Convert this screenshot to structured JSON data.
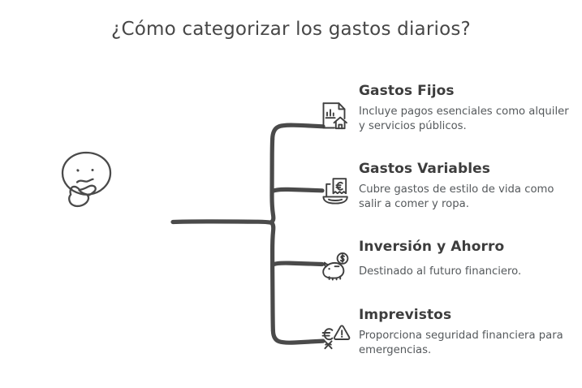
{
  "page": {
    "title": "¿Cómo categorizar los gastos diarios?",
    "background_color": "#ffffff",
    "title_color": "#474747",
    "heading_color": "#3d3d3d",
    "body_color": "#55595c",
    "line_color": "#4a4a4a"
  },
  "center_node": {
    "icon": "thinking-face-icon",
    "label": ""
  },
  "branches": [
    {
      "icon": "document-chart-house-icon",
      "title": "Gastos Fijos",
      "description": "Incluye pagos esenciales como alquiler y servicios públicos."
    },
    {
      "icon": "euro-receipt-tray-icon",
      "title": "Gastos Variables",
      "description": "Cubre gastos de estilo de vida como salir a comer y ropa."
    },
    {
      "icon": "piggy-bank-coin-icon",
      "title": "Inversión y Ahorro",
      "description": "Destinado al futuro financiero."
    },
    {
      "icon": "euro-warning-icon",
      "title": "Imprevistos",
      "description": "Proporciona seguridad financiera para emergencias."
    }
  ]
}
